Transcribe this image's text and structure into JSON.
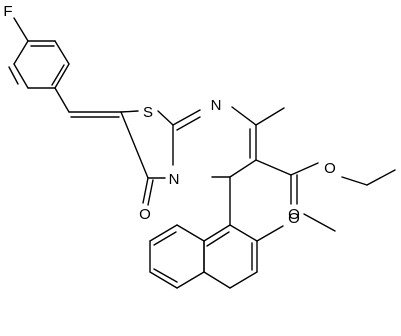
{
  "molecule": {
    "atoms": {
      "fluorine": "F",
      "sulfur": "S",
      "nitrogen_imine": "N",
      "nitrogen_ring": "N",
      "oxygen_carbonyl_ring": "O",
      "oxygen_ester_ether": "O",
      "oxygen_ester_carbonyl": "O",
      "oxygen_methoxy": "O"
    }
  }
}
